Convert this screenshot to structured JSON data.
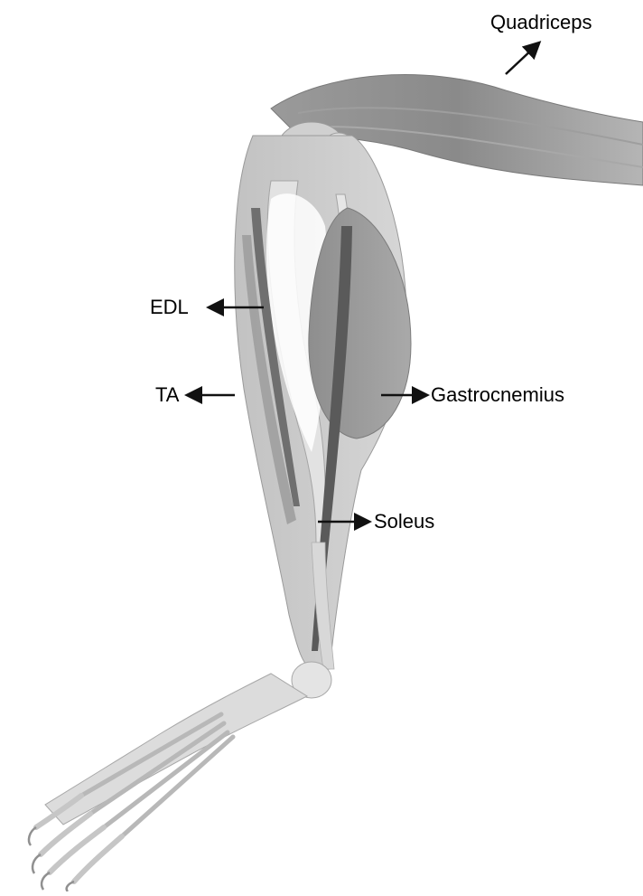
{
  "labels": {
    "quadriceps": "Quadriceps",
    "edl": "EDL",
    "ta": "TA",
    "gastrocnemius": "Gastrocnemius",
    "soleus": "Soleus"
  },
  "colors": {
    "muscle_dark": "#8c8c8c",
    "muscle_mid": "#a6a6a6",
    "muscle_light": "#c4c4c4",
    "bone": "#dcdcdc",
    "tendon": "#d2d2d2",
    "arrow": "#111111"
  }
}
